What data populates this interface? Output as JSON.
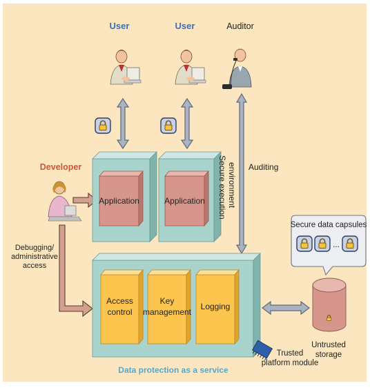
{
  "labels": {
    "user_left": "User",
    "user_right": "User",
    "auditor": "Auditor",
    "developer": "Developer",
    "application_left": "Application",
    "application_right": "Application",
    "secure_env_line1": "Secure execution",
    "secure_env_line2": "environment",
    "auditing": "Auditing",
    "debugging_line1": "Debugging/",
    "debugging_line2": "administrative",
    "debugging_line3": "access",
    "access_control_line1": "Access",
    "access_control_line2": "control",
    "key_mgmt_line1": "Key",
    "key_mgmt_line2": "management",
    "logging": "Logging",
    "secure_capsules": "Secure data capsules",
    "capsule_ellipsis": "...",
    "trusted_line1": "Trusted",
    "trusted_line2": "platform module",
    "untrusted_line1": "Untrusted",
    "untrusted_line2": "storage",
    "daas": "Data protection as a service"
  },
  "colors": {
    "background": "#fbe6bf",
    "teal_face": "#a9d3cd",
    "teal_top": "#cfe7e2",
    "teal_side": "#7fb3ac",
    "app_face": "#d6968c",
    "app_top": "#e8b7ae",
    "app_side": "#b9776e",
    "service_face": "#fcc64e",
    "service_top": "#fde09a",
    "service_side": "#e2a52c",
    "blue_label": "#3d6eb5",
    "orange_label": "#c9583a",
    "caption_label": "#58a7c6",
    "arrow_gray": "#a9b3c2",
    "arrow_brown": "#d2a090"
  },
  "icons": [
    "user-figure-icon",
    "auditor-figure-icon",
    "developer-figure-icon",
    "lock-icon",
    "chip-icon",
    "storage-cylinder-icon"
  ]
}
